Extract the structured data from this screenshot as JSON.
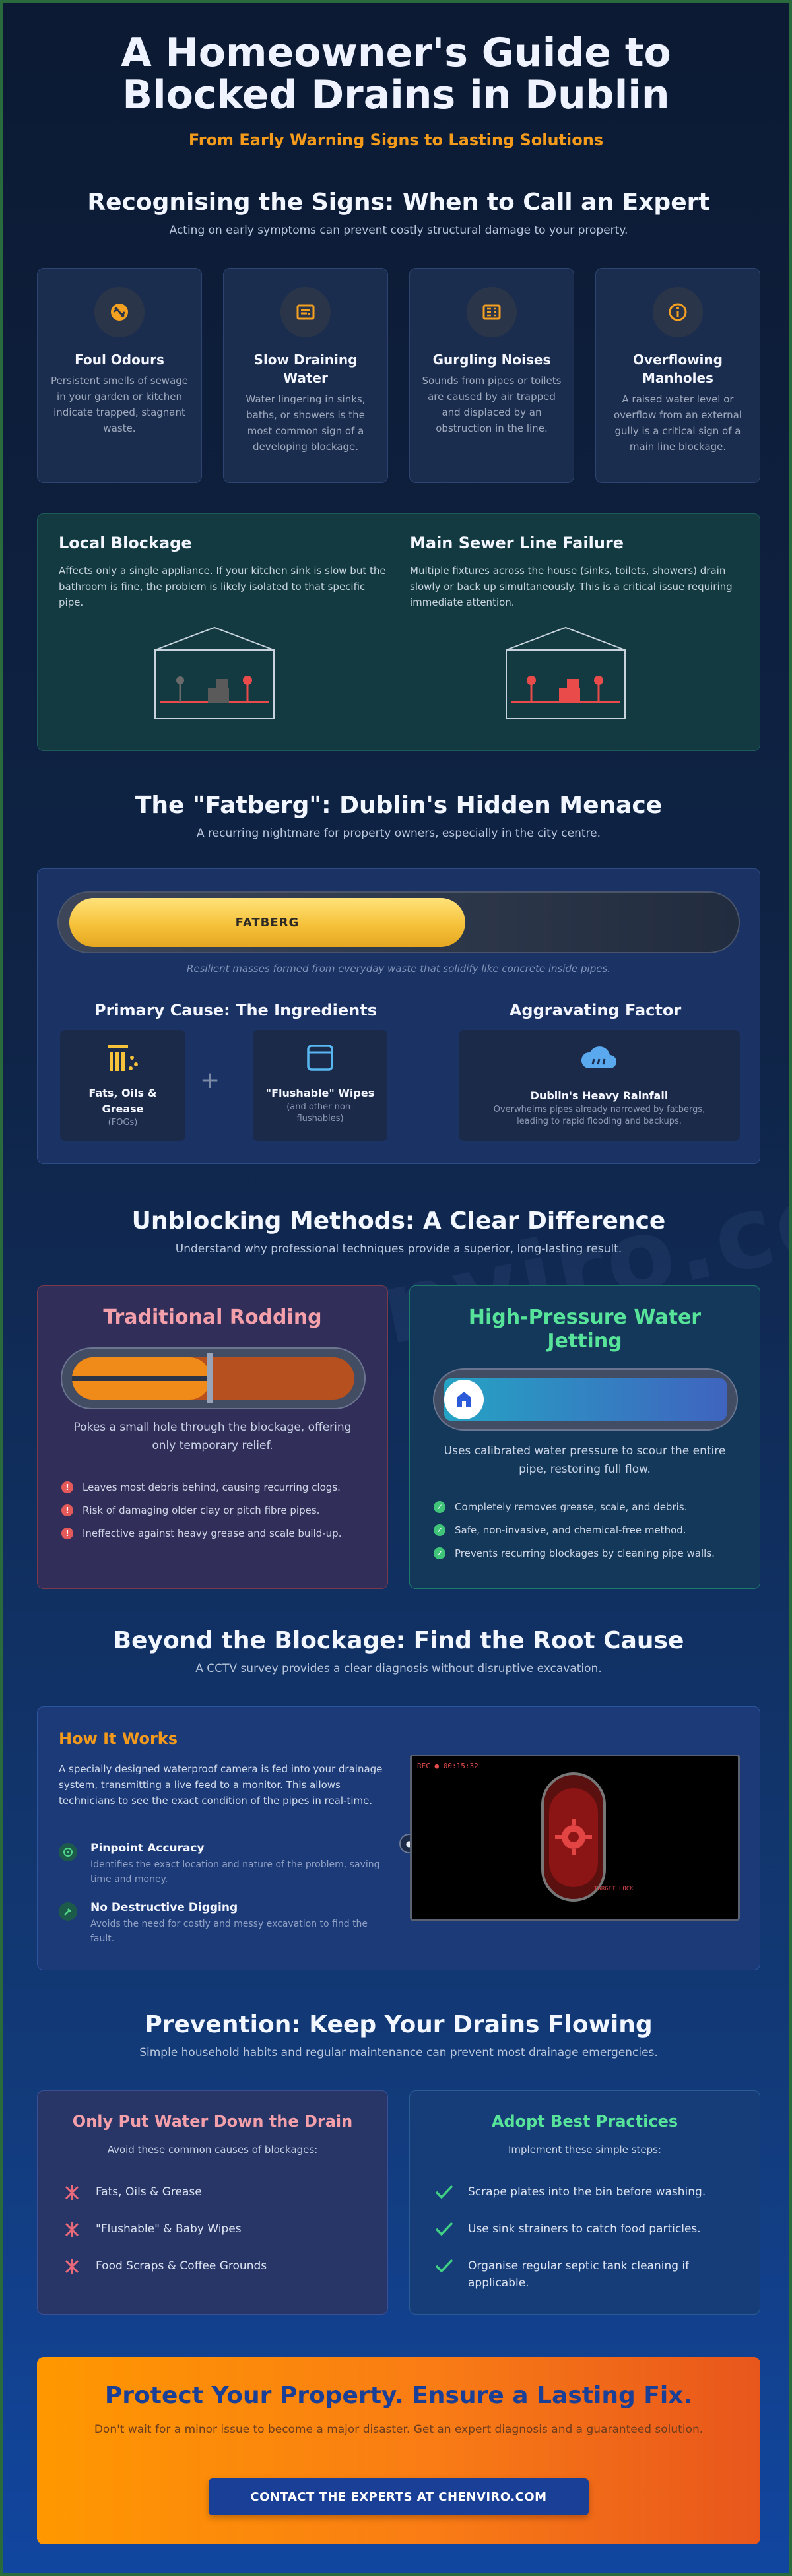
{
  "hero": {
    "title": "A Homeowner's Guide to Blocked Drains in Dublin",
    "subtitle": "From Early Warning Signs to Lasting Solutions"
  },
  "signs": {
    "title": "Recognising the Signs: When to Call an Expert",
    "subtitle": "Acting on early symptoms can prevent costly structural damage to your property.",
    "cards": [
      {
        "icon": "odour-icon",
        "title": "Foul Odours",
        "desc": "Persistent smells of sewage in your garden or kitchen indicate trapped, stagnant waste."
      },
      {
        "icon": "slow-water-icon",
        "title": "Slow Draining Water",
        "desc": "Water lingering in sinks, baths, or showers is the most common sign of a developing blockage."
      },
      {
        "icon": "gurgle-icon",
        "title": "Gurgling Noises",
        "desc": "Sounds from pipes or toilets are caused by air trapped and displaced by an obstruction in the line."
      },
      {
        "icon": "info-icon",
        "title": "Overflowing Manholes",
        "desc": "A raised water level or overflow from an external gully is a critical sign of a main line blockage."
      }
    ]
  },
  "compare": {
    "local": {
      "title": "Local Blockage",
      "desc": "Affects only a single appliance. If your kitchen sink is slow but the bathroom is fine, the problem is likely isolated to that specific pipe."
    },
    "main": {
      "title": "Main Sewer Line Failure",
      "desc": "Multiple fixtures across the house (sinks, toilets, showers) drain slowly or back up simultaneously. This is a critical issue requiring immediate attention."
    }
  },
  "fatberg": {
    "title": "The \"Fatberg\": Dublin's Hidden Menace",
    "subtitle": "A recurring nightmare for property owners, especially in the city centre.",
    "bar_label": "FATBERG",
    "bar_fill": 0.6,
    "caption": "Resilient masses formed from everyday waste that solidify like concrete inside pipes.",
    "primary_title": "Primary Cause: The Ingredients",
    "ingredient1": {
      "name": "Fats, Oils & Grease",
      "note": "(FOGs)"
    },
    "ingredient2": {
      "name": "\"Flushable\" Wipes",
      "note": "(and other non-flushables)"
    },
    "plus": "+",
    "aggravating_title": "Aggravating Factor",
    "aggravating": {
      "name": "Dublin's Heavy Rainfall",
      "note": "Overwhelms pipes already narrowed by fatbergs, leading to rapid flooding and backups."
    }
  },
  "methods": {
    "title": "Unblocking Methods: A Clear Difference",
    "subtitle": "Understand why professional techniques provide a superior, long-lasting result.",
    "traditional": {
      "title": "Traditional Rodding",
      "lead": "Pokes a small hole through the blockage, offering only temporary relief.",
      "items": [
        "Leaves most debris behind, causing recurring clogs.",
        "Risk of damaging older clay or pitch fibre pipes.",
        "Ineffective against heavy grease and scale build-up."
      ]
    },
    "jetting": {
      "title": "High-Pressure Water Jetting",
      "lead": "Uses calibrated water pressure to scour the entire pipe, restoring full flow.",
      "items": [
        "Completely removes grease, scale, and debris.",
        "Safe, non-invasive, and chemical-free method.",
        "Prevents recurring blockages by cleaning pipe walls."
      ]
    }
  },
  "root": {
    "title": "Beyond the Blockage: Find the Root Cause",
    "subtitle": "A CCTV survey provides a clear diagnosis without disruptive excavation.",
    "how_title": "How It Works",
    "intro": "A specially designed waterproof camera is fed into your drainage system, transmitting a live feed to a monitor. This allows technicians to see the exact condition of the pipes in real-time.",
    "points": [
      {
        "title": "Pinpoint Accuracy",
        "desc": "Identifies the exact location and nature of the problem, saving time and money."
      },
      {
        "title": "No Destructive Digging",
        "desc": "Avoids the need for costly and messy excavation to find the fault."
      }
    ],
    "monitor_rec": "REC ● 00:15:32",
    "monitor_target": "TARGET LOCK"
  },
  "prevention": {
    "title": "Prevention: Keep Your Drains Flowing",
    "subtitle": "Simple household habits and regular maintenance can prevent most drainage emergencies.",
    "bad": {
      "title": "Only Put Water Down the Drain",
      "lead": "Avoid these common causes of blockages:",
      "items": [
        "Fats, Oils & Grease",
        "\"Flushable\" & Baby Wipes",
        "Food Scraps & Coffee Grounds"
      ]
    },
    "good": {
      "title": "Adopt Best Practices",
      "lead": "Implement these simple steps:",
      "items": [
        "Scrape plates into the bin before washing.",
        "Use sink strainers to catch food particles.",
        "Organise regular septic tank cleaning if applicable."
      ]
    }
  },
  "cta": {
    "title": "Protect Your Property. Ensure a Lasting Fix.",
    "desc": "Don't wait for a minor issue to become a major disaster. Get an expert diagnosis and a guaranteed solution.",
    "button": "CONTACT THE EXPERTS AT CHENVIRO.COM"
  },
  "watermark": "Chenviro.com",
  "colors": {
    "orange": "#f49b1b",
    "red": "#e45a5a",
    "green": "#4fd38a",
    "navy": "#1a3f97"
  }
}
